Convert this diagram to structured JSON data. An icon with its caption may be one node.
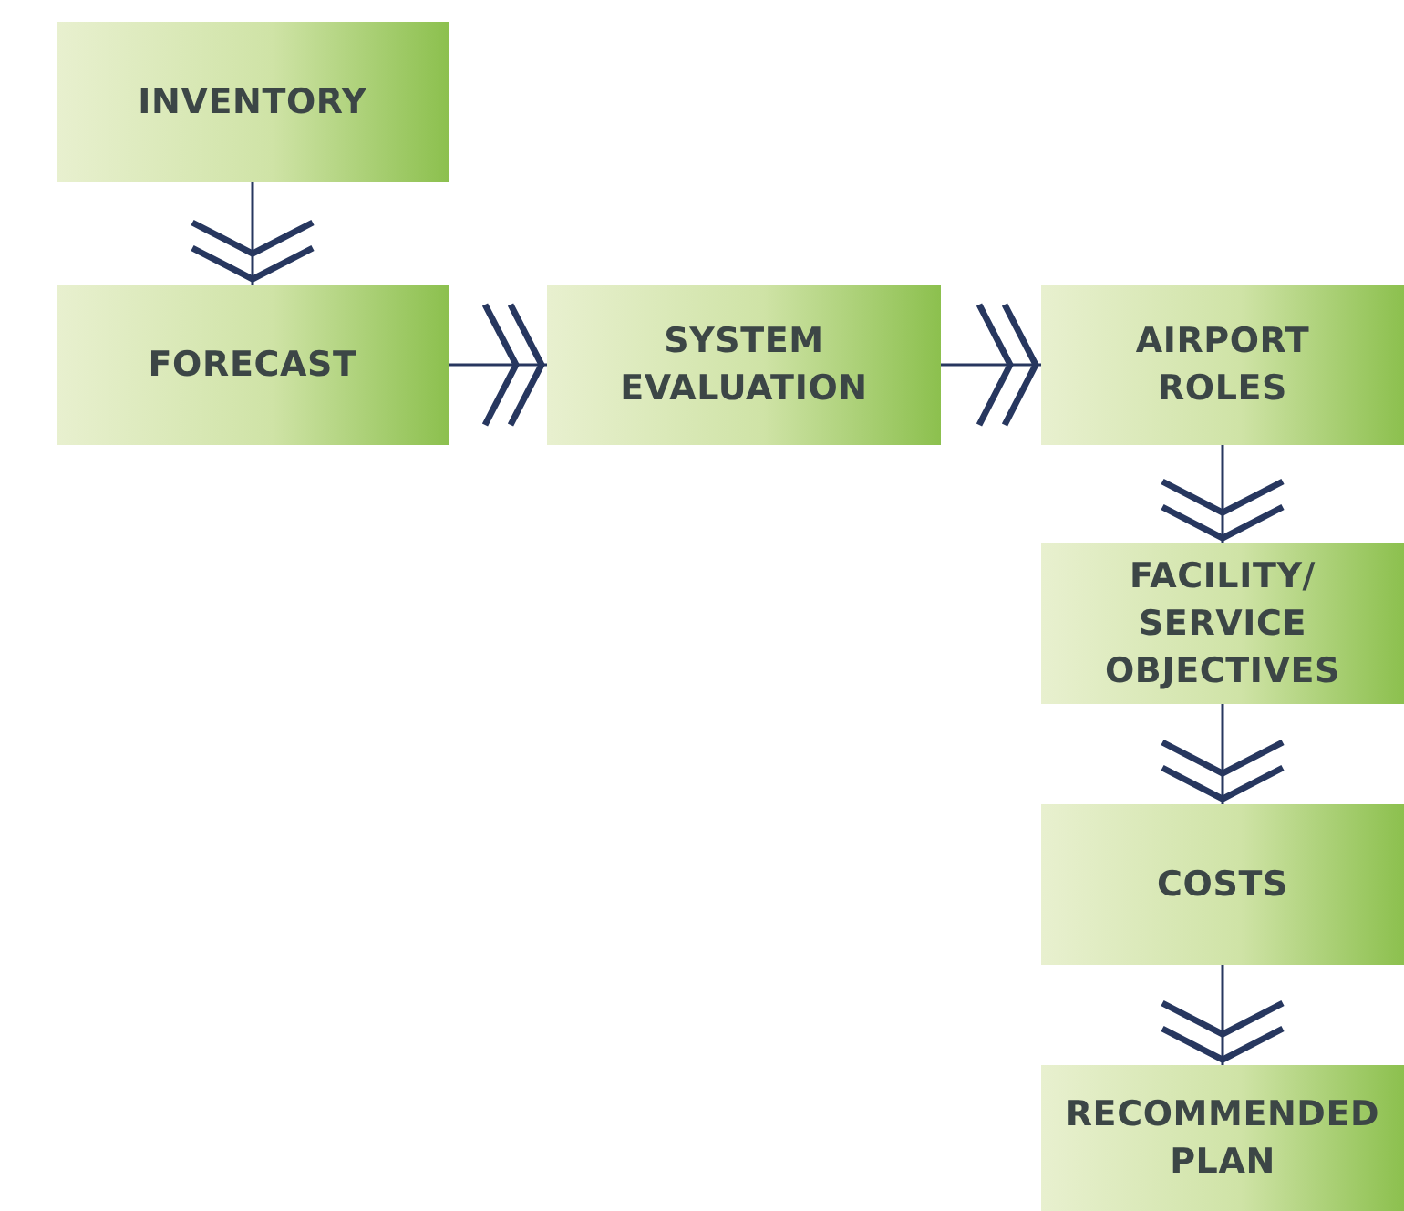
{
  "diagram": {
    "nodes": [
      {
        "text": [
          "INVENTORY"
        ]
      },
      {
        "text": [
          "FORECAST"
        ]
      },
      {
        "text": [
          "SYSTEM EVALUATION"
        ]
      },
      {
        "text": [
          "AIRPORT ROLES"
        ]
      },
      {
        "text": [
          "FACILITY/ SERVICE OBJECTIVES"
        ]
      },
      {
        "text": [
          "COSTS"
        ]
      },
      {
        "text": [
          "RECOMMENDED PLAN"
        ]
      }
    ],
    "edges": [
      {
        "from": 0,
        "to": 1,
        "arrow": "to"
      },
      {
        "from": 1,
        "to": 2,
        "arrow": "to"
      },
      {
        "from": 2,
        "to": 3,
        "arrow": "to"
      },
      {
        "from": 3,
        "to": 4,
        "arrow": "to"
      },
      {
        "from": 4,
        "to": 5,
        "arrow": "to"
      },
      {
        "from": 5,
        "to": 6,
        "arrow": "to"
      }
    ]
  }
}
